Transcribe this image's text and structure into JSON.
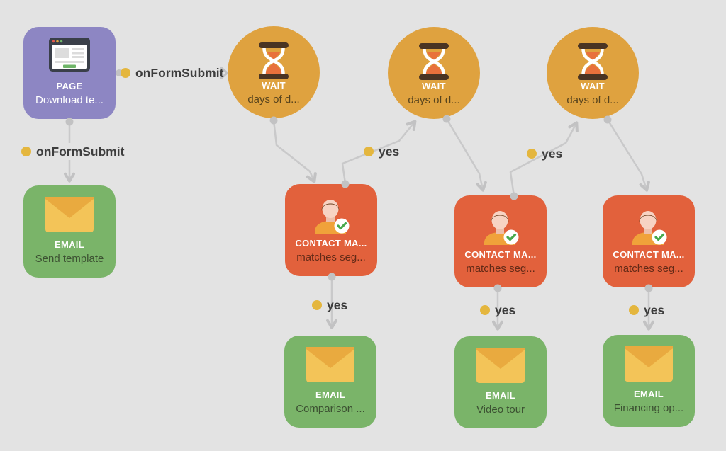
{
  "diagram": {
    "background": "#e3e3e3",
    "nodes": [
      {
        "id": "page",
        "type_label": "PAGE",
        "subtitle": "Download te...",
        "color": "#8d86c3",
        "icon": "browser-icon"
      },
      {
        "id": "wait-1",
        "type_label": "WAIT",
        "subtitle": "days of d...",
        "color": "#dfa23f",
        "icon": "hourglass-icon"
      },
      {
        "id": "wait-2",
        "type_label": "WAIT",
        "subtitle": "days of d...",
        "color": "#dfa23f",
        "icon": "hourglass-icon"
      },
      {
        "id": "wait-3",
        "type_label": "WAIT",
        "subtitle": "days of d...",
        "color": "#dfa23f",
        "icon": "hourglass-icon"
      },
      {
        "id": "email-send-template",
        "type_label": "EMAIL",
        "subtitle": "Send template",
        "color": "#7ab469",
        "icon": "envelope-icon"
      },
      {
        "id": "contact-match-1",
        "type_label": "CONTACT MA...",
        "subtitle": "matches seg...",
        "color": "#e2613c",
        "icon": "contact-check-icon"
      },
      {
        "id": "contact-match-2",
        "type_label": "CONTACT MA...",
        "subtitle": "matches seg...",
        "color": "#e2613c",
        "icon": "contact-check-icon"
      },
      {
        "id": "contact-match-3",
        "type_label": "CONTACT MA...",
        "subtitle": "matches seg...",
        "color": "#e2613c",
        "icon": "contact-check-icon"
      },
      {
        "id": "email-comparison",
        "type_label": "EMAIL",
        "subtitle": "Comparison ...",
        "color": "#7ab469",
        "icon": "envelope-icon"
      },
      {
        "id": "email-video-tour",
        "type_label": "EMAIL",
        "subtitle": "Video tour",
        "color": "#7ab469",
        "icon": "envelope-icon"
      },
      {
        "id": "email-financing",
        "type_label": "EMAIL",
        "subtitle": "Financing op...",
        "color": "#7ab469",
        "icon": "envelope-icon"
      }
    ],
    "edge_labels": [
      {
        "id": "trigger-page-to-wait",
        "text": "onFormSubmit"
      },
      {
        "id": "trigger-page-to-email",
        "text": "onFormSubmit"
      },
      {
        "id": "yes-contact1-to-wait2",
        "text": "yes"
      },
      {
        "id": "yes-contact2-to-wait3",
        "text": "yes"
      },
      {
        "id": "yes-contact1-to-email",
        "text": "yes"
      },
      {
        "id": "yes-contact2-to-email",
        "text": "yes"
      },
      {
        "id": "yes-contact3-to-email",
        "text": "yes"
      }
    ],
    "colors": {
      "wire": "#c9c9ca",
      "wire_dot": "#c2c2c3",
      "label_dot": "#e4b63e",
      "label_text": "#3d3d3d"
    }
  }
}
